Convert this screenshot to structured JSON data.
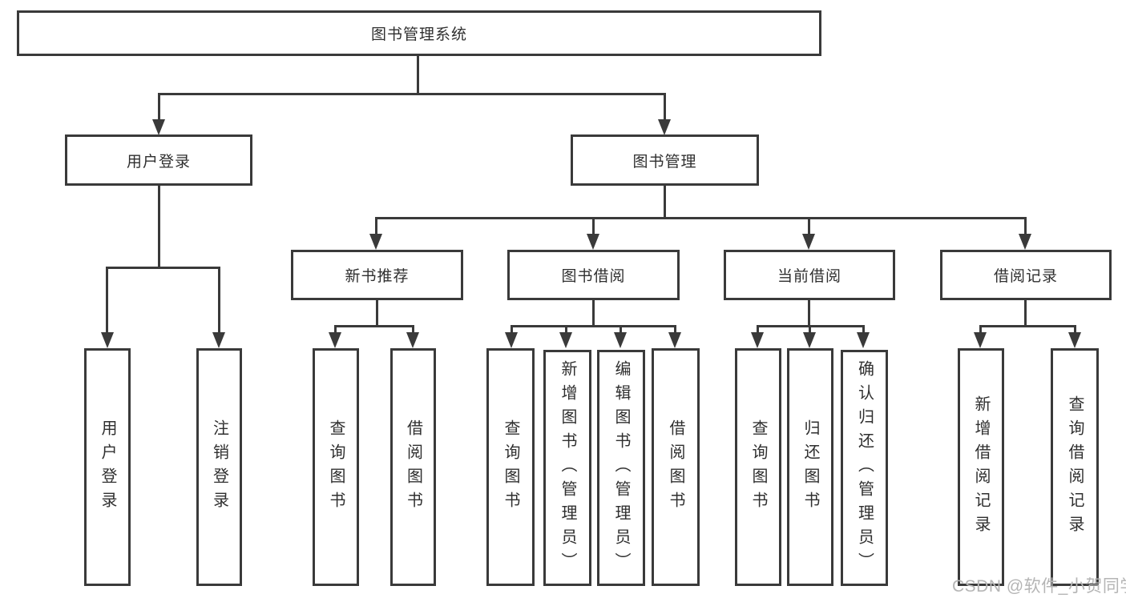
{
  "tree": {
    "root": {
      "label": "图书管理系统"
    },
    "children": [
      {
        "label": "用户登录",
        "leaves": [
          {
            "label": "用户登录"
          },
          {
            "label": "注销登录"
          }
        ]
      },
      {
        "label": "图书管理",
        "groups": [
          {
            "label": "新书推荐",
            "leaves": [
              {
                "label": "查询图书"
              },
              {
                "label": "借阅图书"
              }
            ]
          },
          {
            "label": "图书借阅",
            "leaves": [
              {
                "label": "查询图书"
              },
              {
                "label": "新增图书（管理员）"
              },
              {
                "label": "编辑图书（管理员）"
              },
              {
                "label": "借阅图书"
              }
            ]
          },
          {
            "label": "当前借阅",
            "leaves": [
              {
                "label": "查询图书"
              },
              {
                "label": "归还图书"
              },
              {
                "label": "确认归还（管理员）"
              }
            ]
          },
          {
            "label": "借阅记录",
            "leaves": [
              {
                "label": "新增借阅记录"
              },
              {
                "label": "查询借阅记录"
              }
            ]
          }
        ]
      }
    ]
  },
  "watermark": {
    "text": "CSDN @软件_小贺同学"
  },
  "colors": {
    "line": "#3a3a3a",
    "text": "#2f2f2f",
    "watermark": "#b5b5b5",
    "background": "#ffffff"
  }
}
